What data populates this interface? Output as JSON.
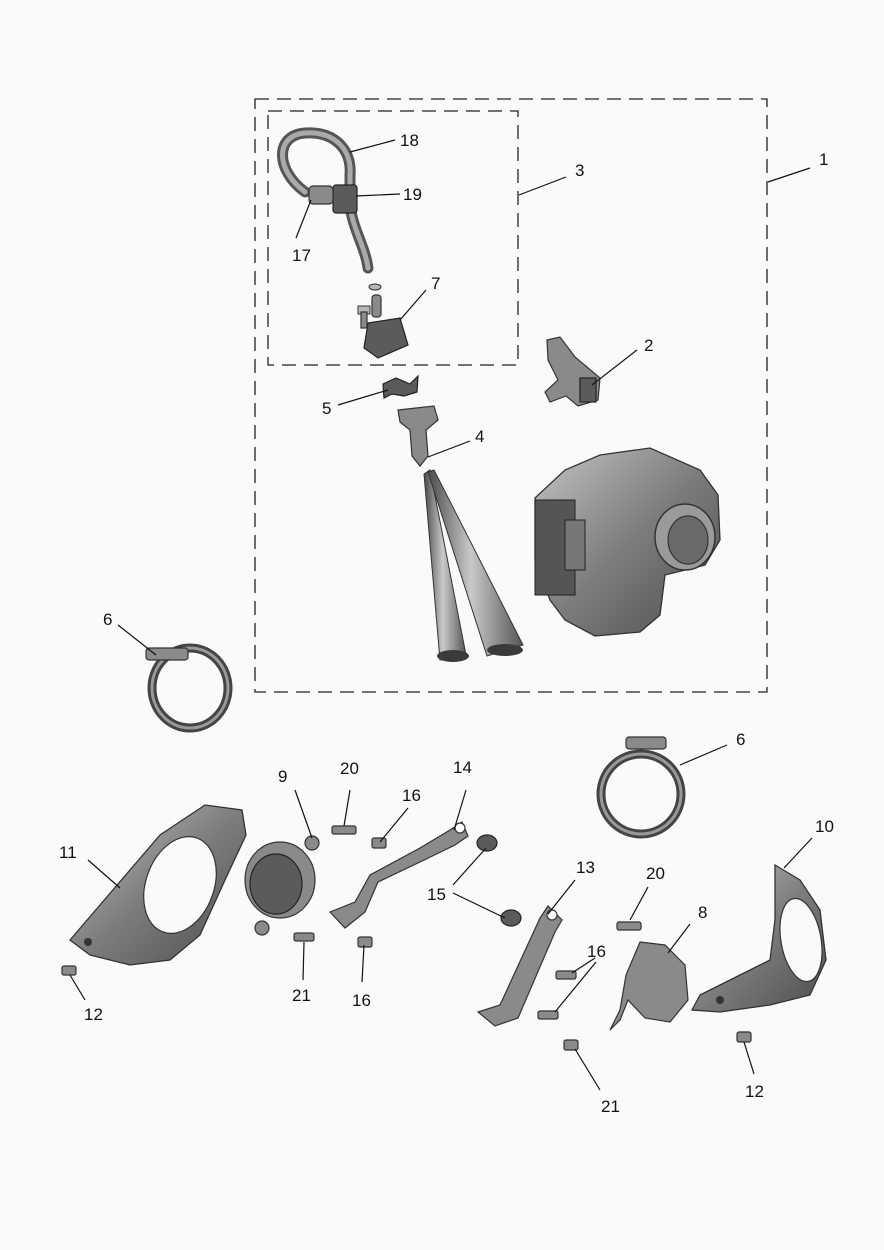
{
  "labels": {
    "l1": "1",
    "l2": "2",
    "l3": "3",
    "l4": "4",
    "l5": "5",
    "l6a": "6",
    "l6b": "6",
    "l7": "7",
    "l8": "8",
    "l9": "9",
    "l10": "10",
    "l11": "11",
    "l12a": "12",
    "l12b": "12",
    "l13": "13",
    "l14": "14",
    "l15": "15",
    "l16a": "16",
    "l16b": "16",
    "l16c": "16",
    "l17": "17",
    "l18": "18",
    "l19": "19",
    "l20a": "20",
    "l20b": "20",
    "l21a": "21",
    "l21b": "21"
  },
  "colors": {
    "metal": "#8a8a8a",
    "metal_dark": "#5b5b5b",
    "background": "#fafafa"
  }
}
